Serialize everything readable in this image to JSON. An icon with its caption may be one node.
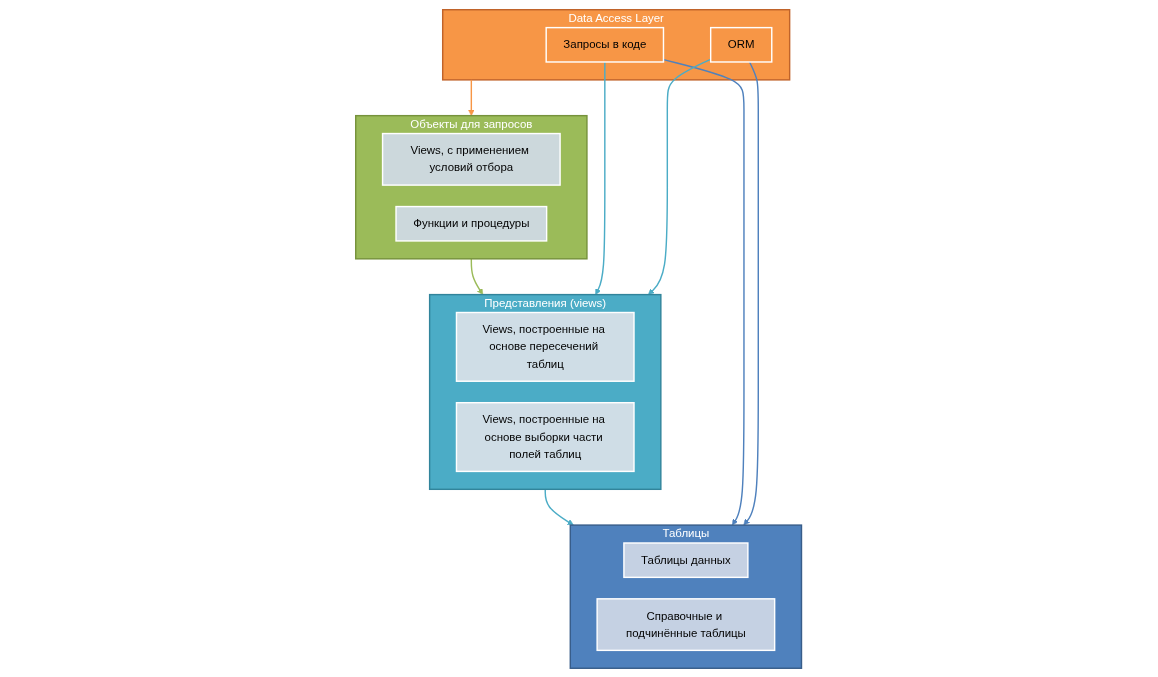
{
  "diagram": {
    "nodes": [
      {
        "text": [
          "Data Access Layer"
        ]
      },
      {
        "text": [
          "Запросы в коде"
        ],
        "in": 0
      },
      {
        "text": [
          "ORM"
        ],
        "in": 0
      },
      {
        "text": [
          "Объекты для запросов"
        ]
      },
      {
        "text": [
          "Views, с применением условий отбора"
        ],
        "in": 3
      },
      {
        "text": [
          "Функции и процедуры"
        ],
        "in": 3
      },
      {
        "text": [
          "Представления (views)"
        ]
      },
      {
        "text": [
          "Views, построенные на основе пересечений таблиц"
        ],
        "in": 6
      },
      {
        "text": [
          "Views, построенные на основе выборки части полей таблиц"
        ],
        "in": 6
      },
      {
        "text": [
          "Таблицы"
        ]
      },
      {
        "text": [
          "Таблицы данных"
        ],
        "in": 9
      },
      {
        "text": [
          "Справочные и подчинённые таблицы"
        ],
        "in": 9
      }
    ],
    "edges": [
      {
        "from": 0,
        "to": 3,
        "arrow": "to",
        "color": "#f79646"
      },
      {
        "from": 3,
        "to": 6,
        "arrow": "to",
        "color": "#9bbb59"
      },
      {
        "from": 6,
        "to": 9,
        "arrow": "to",
        "color": "#4bacc6"
      },
      {
        "from": 1,
        "to": 9,
        "arrow": "to",
        "color": "#4f81bd"
      },
      {
        "from": 1,
        "to": 6,
        "arrow": "to",
        "color": "#4bacc6"
      },
      {
        "from": 2,
        "to": 6,
        "arrow": "to",
        "color": "#4bacc6"
      },
      {
        "from": 2,
        "to": 9,
        "arrow": "to",
        "color": "#4f81bd"
      }
    ]
  }
}
